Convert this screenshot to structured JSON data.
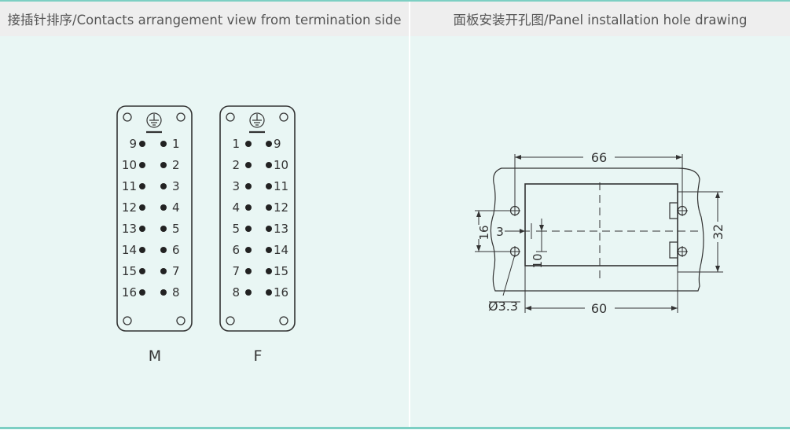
{
  "headers": {
    "left": "接插针排序/Contacts arrangement view from termination side",
    "right": "面板安装开孔图/Panel installation hole drawing"
  },
  "inserts": {
    "male": {
      "label": "M",
      "left_column": [
        "9",
        "10",
        "11",
        "12",
        "13",
        "14",
        "15",
        "16"
      ],
      "right_column": [
        "1",
        "2",
        "3",
        "4",
        "5",
        "6",
        "7",
        "8"
      ]
    },
    "female": {
      "label": "F",
      "left_column": [
        "1",
        "2",
        "3",
        "4",
        "5",
        "6",
        "7",
        "8"
      ],
      "right_column": [
        "9",
        "10",
        "11",
        "12",
        "13",
        "14",
        "15",
        "16"
      ]
    }
  },
  "panel_drawing": {
    "dim_66": "66",
    "dim_60": "60",
    "dim_32": "32",
    "dim_16": "16",
    "dim_3": "3",
    "dim_10": "10",
    "dim_hole": "Ø3.3"
  },
  "colors": {
    "accent_line": "#7ccfc3",
    "panel_bg": "#e9f6f4",
    "header_bg": "#eeeeee"
  }
}
